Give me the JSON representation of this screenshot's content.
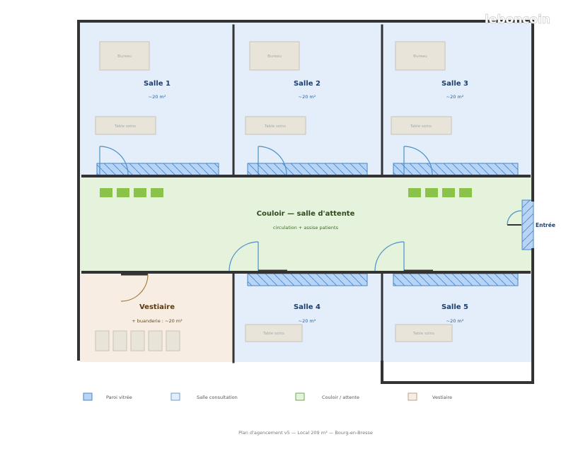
{
  "watermark": "leboncoin",
  "rooms": {
    "salle1": {
      "name": "Salle 1",
      "area": "~20 m²",
      "desk": "Bureau",
      "table": "Table soins"
    },
    "salle2": {
      "name": "Salle 2",
      "area": "~20 m²",
      "desk": "Bureau",
      "table": "Table soins"
    },
    "salle3": {
      "name": "Salle 3",
      "area": "~20 m²",
      "desk": "Bureau",
      "table": "Table soins"
    },
    "salle4": {
      "name": "Salle 4",
      "area": "~20 m²",
      "table": "Table soins"
    },
    "salle5": {
      "name": "Salle 5",
      "area": "~20 m²",
      "table": "Table soins"
    },
    "couloir": {
      "name": "Couloir — salle d'attente",
      "subtitle": "circulation + assise patients"
    },
    "vestiaire": {
      "name": "Vestiaire",
      "subtitle": "+ buanderie : ~20 m²"
    }
  },
  "entrance": {
    "label": "Entrée"
  },
  "legend": [
    {
      "label": "Paroi vitrée",
      "fill": "#b8d4f5",
      "stroke": "#4a84c8"
    },
    {
      "label": "Salle consultation",
      "fill": "#e3eefa",
      "stroke": "#6f9ed3"
    },
    {
      "label": "Couloir / attente",
      "fill": "#e5f2dc",
      "stroke": "#6fae4f"
    },
    {
      "label": "Vestiaire",
      "fill": "#f8ede3",
      "stroke": "#b8a28a"
    }
  ],
  "caption": "Plan d'agencement v5 — Local 209 m² — Bourg-en-Bresse",
  "colors": {
    "wall": "#333333",
    "consultation_fill": "#e3eefa",
    "corridor_fill": "#e5f2dc",
    "vestiaire_fill": "#f8ede3",
    "glass_fill": "#b8d4f5",
    "glass_stroke": "#4a84c8",
    "seat": "#8bc34a",
    "door": "#4a90c8",
    "room_title": "#1f3f6b",
    "vestiaire_title": "#5a3a10"
  }
}
